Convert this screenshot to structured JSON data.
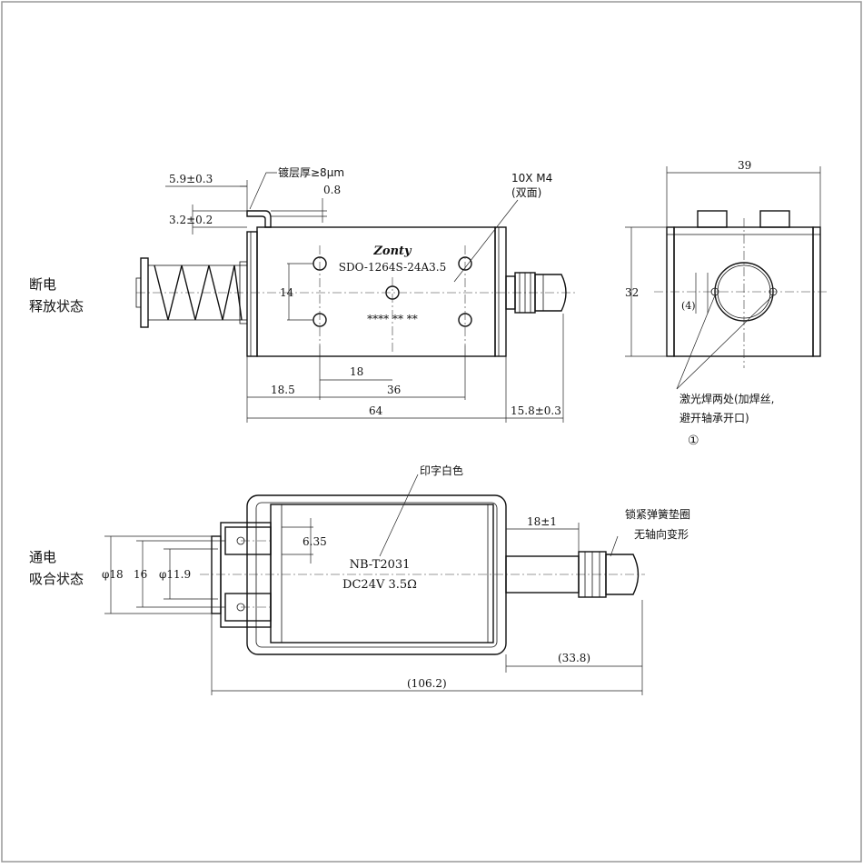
{
  "views": {
    "state_off_line1": "断电",
    "state_off_line2": "释放状态",
    "state_on_line1": "通电",
    "state_on_line2": "吸合状态"
  },
  "front_view": {
    "brand": "Zonty",
    "model": "SDO-1264S-24A3.5",
    "stars": "**** ** **",
    "plating_note": "镀层厚≥8μm",
    "thread_note_line1": "10X M4",
    "thread_note_line2": "(双面)",
    "dims": {
      "bracket_width": "5.9±0.3",
      "bracket_thick": "3.2±0.2",
      "plate": "0.8",
      "hole_spacing_v": "14",
      "hole_18": "18",
      "hole_36": "36",
      "left_offset": "18.5",
      "body_length": "64",
      "shaft_ext": "15.8±0.3"
    }
  },
  "side_view": {
    "width": "39",
    "height": "32",
    "gap": "(4)",
    "weld_note_line1": "激光焊两处(加焊丝,",
    "weld_note_line2": "避开轴承开口)",
    "circle_ref": "①"
  },
  "bottom_view": {
    "print_note": "印字白色",
    "label_line1": "NB-T2031",
    "label_line2": "DC24V 3.5Ω",
    "washer_note_line1": "锁紧弹簧垫圈",
    "washer_note_line2": "无轴向变形",
    "dims": {
      "terminal": "6.35",
      "dia_outer": "φ18",
      "dia_mid": "16",
      "dia_inner": "φ11.9",
      "stroke": "18±1",
      "shaft_ref": "(33.8)",
      "overall": "(106.2)"
    }
  }
}
